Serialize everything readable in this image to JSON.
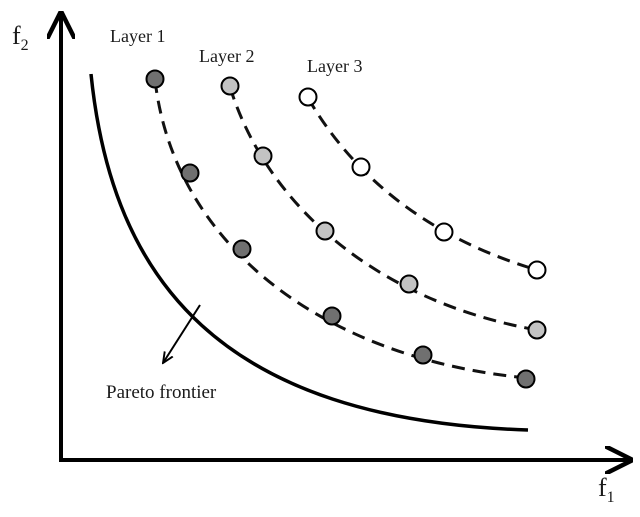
{
  "axes": {
    "x": {
      "symbol": "f",
      "subscript": "1"
    },
    "y": {
      "symbol": "f",
      "subscript": "2"
    }
  },
  "frontier_label": "Pareto frontier",
  "layers": [
    {
      "label": "Layer 1",
      "fill": "#707070",
      "point_count": 6
    },
    {
      "label": "Layer 2",
      "fill": "#c3c3c3",
      "point_count": 5
    },
    {
      "label": "Layer 3",
      "fill": "#ffffff",
      "point_count": 4
    }
  ],
  "colors": {
    "ink": "#000000",
    "stroke": "#1a1a1a"
  }
}
